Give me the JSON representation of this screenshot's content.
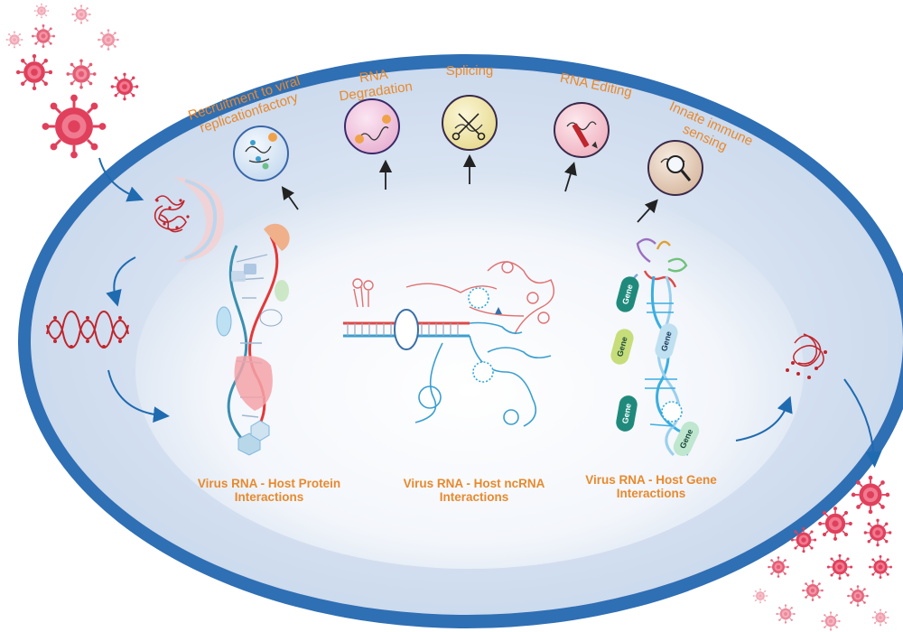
{
  "process_labels": {
    "recruitment": [
      "Recruitment to viral",
      "replicationfactory"
    ],
    "degradation": [
      "RNA",
      "Degradation"
    ],
    "splicing": "Splicing",
    "editing": "RNA Editing",
    "innate": [
      "Innate immune",
      "sensing"
    ]
  },
  "interaction_captions": {
    "protein": [
      "Virus RNA - Host Protein",
      "Interactions"
    ],
    "ncrna": [
      "Virus RNA - Host ncRNA",
      "Interactions"
    ],
    "gene": [
      "Virus RNA - Host Gene",
      "Interactions"
    ]
  },
  "gene_label": "Gene",
  "colors": {
    "cell_border": "#2f6fb4",
    "cell_fill": "#e6eef8",
    "label_orange": "#e8892d",
    "virus_red": "#e0405c",
    "rna_red": "#d93a3a",
    "rna_blue": "#3a9fd0",
    "gene_teal": "#1f8a7c",
    "gene_lime": "#c7dd7a",
    "gene_light": "#bfe0f0"
  }
}
